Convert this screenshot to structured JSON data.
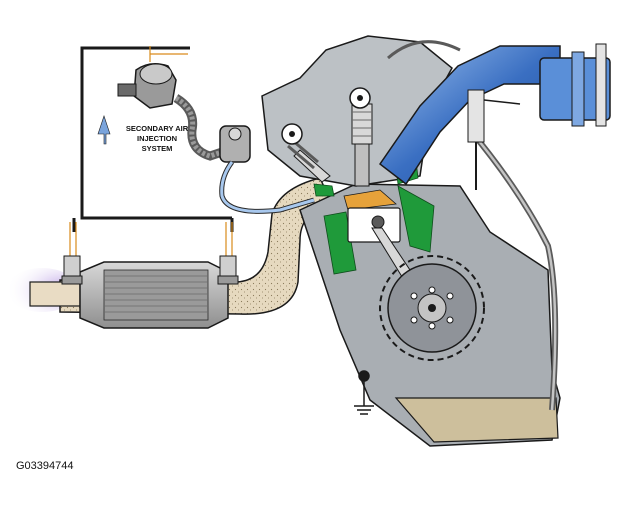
{
  "labels": {
    "system_line1": "SECONDARY AIR",
    "system_line2": "INJECTION",
    "system_line3": "SYSTEM"
  },
  "figure_id": "G03394744",
  "colors": {
    "outline": "#1a1a1a",
    "engine_block": "#a9aeb3",
    "engine_head": "#bcc1c5",
    "intake_blue": "#3a6fc2",
    "coolant_green": "#1f9a3a",
    "exhaust_pipe": "#e3d6bd",
    "oil_sump": "#cdbf9c",
    "exhaust_gas": "#c9b4e8",
    "wire_orange": "#d98b1c"
  },
  "icons": {
    "arrow": "up-arrow-icon",
    "ground": "ground-symbol-icon"
  }
}
